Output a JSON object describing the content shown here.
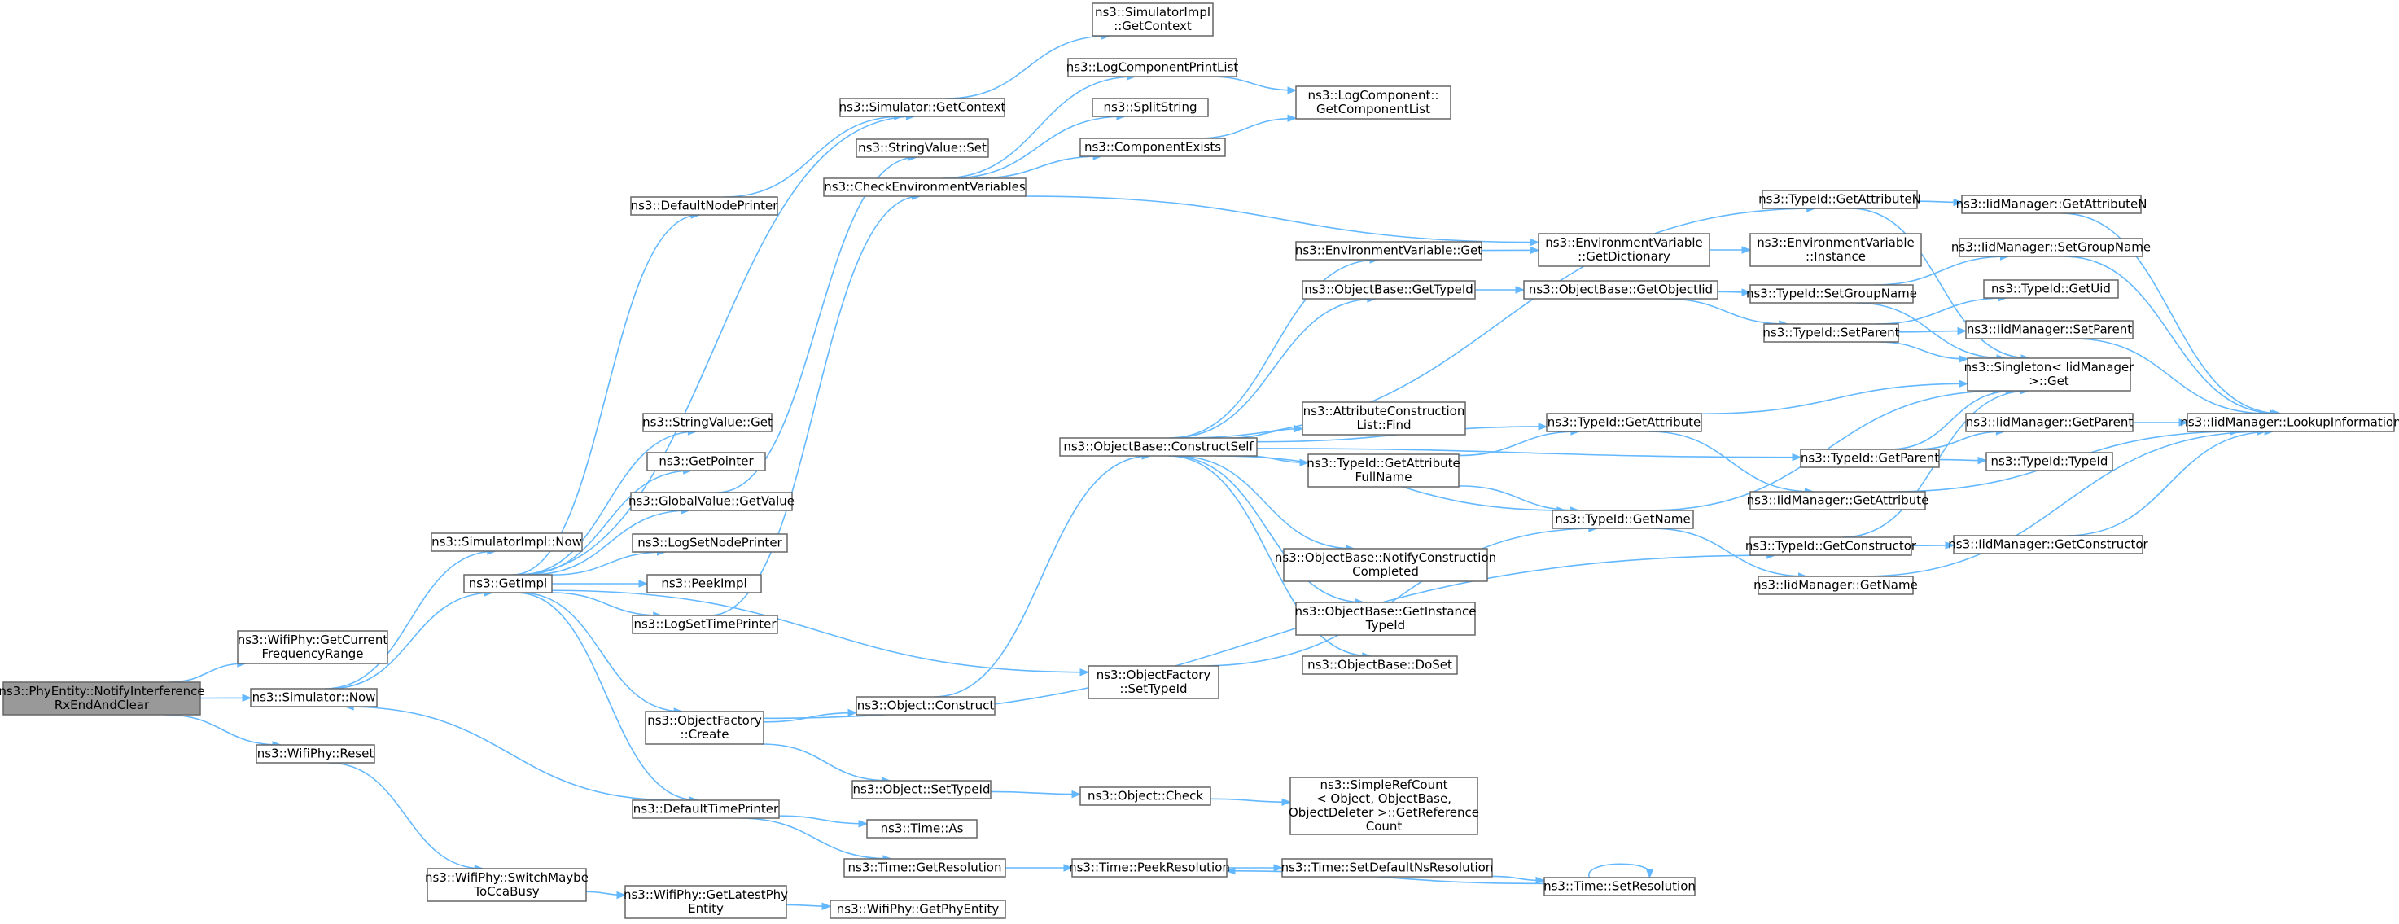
{
  "diagram": {
    "type": "call-graph",
    "colors": {
      "edge": "#63b8ff",
      "node_border": "#666666",
      "root_fill": "#999999",
      "node_fill": "#ffffff"
    },
    "nodes": [
      {
        "id": "root",
        "lines": [
          "ns3::PhyEntity::NotifyInterference",
          "RxEndAndClear"
        ],
        "root": true
      },
      {
        "id": "getCurFreq",
        "lines": [
          "ns3::WifiPhy::GetCurrent",
          "FrequencyRange"
        ]
      },
      {
        "id": "simNow",
        "lines": [
          "ns3::Simulator::Now"
        ]
      },
      {
        "id": "wifiReset",
        "lines": [
          "ns3::WifiPhy::Reset"
        ]
      },
      {
        "id": "simImplNow",
        "lines": [
          "ns3::SimulatorImpl::Now"
        ]
      },
      {
        "id": "getImpl",
        "lines": [
          "ns3::GetImpl"
        ]
      },
      {
        "id": "switchMaybe",
        "lines": [
          "ns3::WifiPhy::SwitchMaybe",
          "ToCcaBusy"
        ]
      },
      {
        "id": "defaultNodePrinter",
        "lines": [
          "ns3::DefaultNodePrinter"
        ]
      },
      {
        "id": "stringValueGet",
        "lines": [
          "ns3::StringValue::Get"
        ]
      },
      {
        "id": "getPointer",
        "lines": [
          "ns3::GetPointer"
        ]
      },
      {
        "id": "globalValueGetValue",
        "lines": [
          "ns3::GlobalValue::GetValue"
        ]
      },
      {
        "id": "logSetNodePrinter",
        "lines": [
          "ns3::LogSetNodePrinter"
        ]
      },
      {
        "id": "peekImpl",
        "lines": [
          "ns3::PeekImpl"
        ]
      },
      {
        "id": "logSetTimePrinter",
        "lines": [
          "ns3::LogSetTimePrinter"
        ]
      },
      {
        "id": "objectFactoryCreate",
        "lines": [
          "ns3::ObjectFactory",
          "::Create"
        ]
      },
      {
        "id": "defaultTimePrinter",
        "lines": [
          "ns3::DefaultTimePrinter"
        ]
      },
      {
        "id": "getLatestPhyEntity",
        "lines": [
          "ns3::WifiPhy::GetLatestPhy",
          "Entity"
        ]
      },
      {
        "id": "simGetContext",
        "lines": [
          "ns3::Simulator::GetContext"
        ]
      },
      {
        "id": "stringValueSet",
        "lines": [
          "ns3::StringValue::Set"
        ]
      },
      {
        "id": "checkEnvVars",
        "lines": [
          "ns3::CheckEnvironmentVariables"
        ]
      },
      {
        "id": "objectConstruct",
        "lines": [
          "ns3::Object::Construct"
        ]
      },
      {
        "id": "objectSetTypeId",
        "lines": [
          "ns3::Object::SetTypeId"
        ]
      },
      {
        "id": "timeAs",
        "lines": [
          "ns3::Time::As"
        ]
      },
      {
        "id": "timeGetResolution",
        "lines": [
          "ns3::Time::GetResolution"
        ]
      },
      {
        "id": "getPhyEntity",
        "lines": [
          "ns3::WifiPhy::GetPhyEntity"
        ]
      },
      {
        "id": "simImplGetContext",
        "lines": [
          "ns3::SimulatorImpl",
          "::GetContext"
        ]
      },
      {
        "id": "logComponentPrintList",
        "lines": [
          "ns3::LogComponentPrintList"
        ]
      },
      {
        "id": "splitString",
        "lines": [
          "ns3::SplitString"
        ]
      },
      {
        "id": "componentExists",
        "lines": [
          "ns3::ComponentExists"
        ]
      },
      {
        "id": "objectBaseConstructSelf",
        "lines": [
          "ns3::ObjectBase::ConstructSelf"
        ]
      },
      {
        "id": "objectFactorySetTypeId",
        "lines": [
          "ns3::ObjectFactory",
          "::SetTypeId"
        ]
      },
      {
        "id": "objectCheck",
        "lines": [
          "ns3::Object::Check"
        ]
      },
      {
        "id": "timePeekResolution",
        "lines": [
          "ns3::Time::PeekResolution"
        ]
      },
      {
        "id": "logComponentGetList",
        "lines": [
          "ns3::LogComponent::",
          "GetComponentList"
        ]
      },
      {
        "id": "envVarGet",
        "lines": [
          "ns3::EnvironmentVariable::Get"
        ]
      },
      {
        "id": "objectBaseGetTypeId",
        "lines": [
          "ns3::ObjectBase::GetTypeId"
        ]
      },
      {
        "id": "attrConstructionListFind",
        "lines": [
          "ns3::AttributeConstruction",
          "List::Find"
        ]
      },
      {
        "id": "typeIdGetAttributeFullName",
        "lines": [
          "ns3::TypeId::GetAttribute",
          "FullName"
        ]
      },
      {
        "id": "objectBaseNotifyConstructionCompleted",
        "lines": [
          "ns3::ObjectBase::NotifyConstruction",
          "Completed"
        ]
      },
      {
        "id": "objectBaseGetInstanceTypeId",
        "lines": [
          "ns3::ObjectBase::GetInstance",
          "TypeId"
        ]
      },
      {
        "id": "objectBaseDoSet",
        "lines": [
          "ns3::ObjectBase::DoSet"
        ]
      },
      {
        "id": "simpleRefCountGetReferenceCount",
        "lines": [
          "ns3::SimpleRefCount",
          "< Object, ObjectBase,",
          "ObjectDeleter >::GetReference",
          "Count"
        ]
      },
      {
        "id": "timeSetDefaultNsResolution",
        "lines": [
          "ns3::Time::SetDefaultNsResolution"
        ]
      },
      {
        "id": "envVarGetDictionary",
        "lines": [
          "ns3::EnvironmentVariable",
          "::GetDictionary"
        ]
      },
      {
        "id": "objectBaseGetObjectIid",
        "lines": [
          "ns3::ObjectBase::GetObjectIid"
        ]
      },
      {
        "id": "typeIdGetAttribute",
        "lines": [
          "ns3::TypeId::GetAttribute"
        ]
      },
      {
        "id": "typeIdGetName",
        "lines": [
          "ns3::TypeId::GetName"
        ]
      },
      {
        "id": "timeSetResolution",
        "lines": [
          "ns3::Time::SetResolution"
        ]
      },
      {
        "id": "typeIdGetAttributeN",
        "lines": [
          "ns3::TypeId::GetAttributeN"
        ]
      },
      {
        "id": "envVarInstance",
        "lines": [
          "ns3::EnvironmentVariable",
          "::Instance"
        ]
      },
      {
        "id": "typeIdSetGroupName",
        "lines": [
          "ns3::TypeId::SetGroupName"
        ]
      },
      {
        "id": "typeIdSetParent",
        "lines": [
          "ns3::TypeId::SetParent"
        ]
      },
      {
        "id": "typeIdGetParent",
        "lines": [
          "ns3::TypeId::GetParent"
        ]
      },
      {
        "id": "iidManagerGetAttribute",
        "lines": [
          "ns3::IidManager::GetAttribute"
        ]
      },
      {
        "id": "typeIdGetConstructor",
        "lines": [
          "ns3::TypeId::GetConstructor"
        ]
      },
      {
        "id": "iidManagerGetName",
        "lines": [
          "ns3::IidManager::GetName"
        ]
      },
      {
        "id": "iidManagerGetAttributeN",
        "lines": [
          "ns3::IidManager::GetAttributeN"
        ]
      },
      {
        "id": "iidManagerSetGroupName",
        "lines": [
          "ns3::IidManager::SetGroupName"
        ]
      },
      {
        "id": "typeIdGetUid",
        "lines": [
          "ns3::TypeId::GetUid"
        ]
      },
      {
        "id": "iidManagerSetParent",
        "lines": [
          "ns3::IidManager::SetParent"
        ]
      },
      {
        "id": "singletonGet",
        "lines": [
          "ns3::Singleton< IidManager",
          ">::Get"
        ]
      },
      {
        "id": "iidManagerGetParent",
        "lines": [
          "ns3::IidManager::GetParent"
        ]
      },
      {
        "id": "typeIdTypeId",
        "lines": [
          "ns3::TypeId::TypeId"
        ]
      },
      {
        "id": "iidManagerGetConstructor",
        "lines": [
          "ns3::IidManager::GetConstructor"
        ]
      },
      {
        "id": "iidManagerLookupInformation",
        "lines": [
          "ns3::IidManager::LookupInformation"
        ]
      }
    ],
    "edges": [
      [
        "root",
        "getCurFreq"
      ],
      [
        "root",
        "simNow"
      ],
      [
        "root",
        "wifiReset"
      ],
      [
        "simNow",
        "simImplNow"
      ],
      [
        "simNow",
        "getImpl"
      ],
      [
        "wifiReset",
        "switchMaybe"
      ],
      [
        "getImpl",
        "defaultNodePrinter"
      ],
      [
        "getImpl",
        "stringValueGet"
      ],
      [
        "getImpl",
        "getPointer"
      ],
      [
        "getImpl",
        "globalValueGetValue"
      ],
      [
        "getImpl",
        "logSetNodePrinter"
      ],
      [
        "getImpl",
        "peekImpl"
      ],
      [
        "getImpl",
        "logSetTimePrinter"
      ],
      [
        "getImpl",
        "objectFactoryCreate"
      ],
      [
        "getImpl",
        "defaultTimePrinter"
      ],
      [
        "getImpl",
        "simGetContext"
      ],
      [
        "getImpl",
        "objectFactorySetTypeId"
      ],
      [
        "defaultNodePrinter",
        "simGetContext"
      ],
      [
        "globalValueGetValue",
        "stringValueSet"
      ],
      [
        "logSetTimePrinter",
        "checkEnvVars"
      ],
      [
        "defaultTimePrinter",
        "simNow"
      ],
      [
        "defaultTimePrinter",
        "timeAs"
      ],
      [
        "defaultTimePrinter",
        "timeGetResolution"
      ],
      [
        "switchMaybe",
        "getLatestPhyEntity"
      ],
      [
        "getLatestPhyEntity",
        "getPhyEntity"
      ],
      [
        "objectFactoryCreate",
        "objectConstruct"
      ],
      [
        "objectFactoryCreate",
        "objectSetTypeId"
      ],
      [
        "objectFactoryCreate",
        "typeIdGetConstructor"
      ],
      [
        "simGetContext",
        "simImplGetContext"
      ],
      [
        "checkEnvVars",
        "logComponentPrintList"
      ],
      [
        "checkEnvVars",
        "splitString"
      ],
      [
        "checkEnvVars",
        "componentExists"
      ],
      [
        "checkEnvVars",
        "envVarGetDictionary"
      ],
      [
        "logComponentPrintList",
        "logComponentGetList"
      ],
      [
        "componentExists",
        "logComponentGetList"
      ],
      [
        "objectConstruct",
        "objectBaseConstructSelf"
      ],
      [
        "objectSetTypeId",
        "objectCheck"
      ],
      [
        "objectCheck",
        "simpleRefCountGetReferenceCount"
      ],
      [
        "timeGetResolution",
        "timePeekResolution"
      ],
      [
        "timePeekResolution",
        "timeSetDefaultNsResolution"
      ],
      [
        "timeSetDefaultNsResolution",
        "timeSetResolution"
      ],
      [
        "timeSetResolution",
        "timePeekResolution"
      ],
      [
        "timeSetResolution",
        "timeSetResolution"
      ],
      [
        "objectFactorySetTypeId",
        "typeIdGetName"
      ],
      [
        "objectBaseConstructSelf",
        "envVarGet"
      ],
      [
        "objectBaseConstructSelf",
        "objectBaseGetTypeId"
      ],
      [
        "objectBaseConstructSelf",
        "attrConstructionListFind"
      ],
      [
        "objectBaseConstructSelf",
        "typeIdGetAttributeFullName"
      ],
      [
        "objectBaseConstructSelf",
        "objectBaseNotifyConstructionCompleted"
      ],
      [
        "objectBaseConstructSelf",
        "objectBaseGetInstanceTypeId"
      ],
      [
        "objectBaseConstructSelf",
        "objectBaseDoSet"
      ],
      [
        "objectBaseConstructSelf",
        "typeIdGetAttribute"
      ],
      [
        "objectBaseConstructSelf",
        "typeIdGetName"
      ],
      [
        "objectBaseConstructSelf",
        "typeIdGetAttributeN"
      ],
      [
        "objectBaseConstructSelf",
        "typeIdGetParent"
      ],
      [
        "envVarGet",
        "envVarGetDictionary"
      ],
      [
        "envVarGetDictionary",
        "envVarInstance"
      ],
      [
        "objectBaseGetTypeId",
        "objectBaseGetObjectIid"
      ],
      [
        "objectBaseGetObjectIid",
        "typeIdSetGroupName"
      ],
      [
        "objectBaseGetObjectIid",
        "typeIdSetParent"
      ],
      [
        "typeIdGetAttributeFullName",
        "typeIdGetAttribute"
      ],
      [
        "typeIdGetAttributeFullName",
        "typeIdGetName"
      ],
      [
        "typeIdGetAttribute",
        "singletonGet"
      ],
      [
        "typeIdGetAttribute",
        "iidManagerGetAttribute"
      ],
      [
        "typeIdGetName",
        "singletonGet"
      ],
      [
        "typeIdGetName",
        "iidManagerGetName"
      ],
      [
        "typeIdGetAttributeN",
        "iidManagerGetAttributeN"
      ],
      [
        "typeIdGetAttributeN",
        "singletonGet"
      ],
      [
        "typeIdSetGroupName",
        "iidManagerSetGroupName"
      ],
      [
        "typeIdSetGroupName",
        "singletonGet"
      ],
      [
        "typeIdSetParent",
        "typeIdGetUid"
      ],
      [
        "typeIdSetParent",
        "iidManagerSetParent"
      ],
      [
        "typeIdSetParent",
        "singletonGet"
      ],
      [
        "typeIdGetParent",
        "singletonGet"
      ],
      [
        "typeIdGetParent",
        "iidManagerGetParent"
      ],
      [
        "typeIdGetParent",
        "typeIdTypeId"
      ],
      [
        "typeIdGetConstructor",
        "singletonGet"
      ],
      [
        "typeIdGetConstructor",
        "iidManagerGetConstructor"
      ],
      [
        "iidManagerGetAttributeN",
        "iidManagerLookupInformation"
      ],
      [
        "iidManagerSetGroupName",
        "iidManagerLookupInformation"
      ],
      [
        "iidManagerSetParent",
        "iidManagerLookupInformation"
      ],
      [
        "iidManagerGetParent",
        "iidManagerLookupInformation"
      ],
      [
        "iidManagerGetAttribute",
        "iidManagerLookupInformation"
      ],
      [
        "iidManagerGetConstructor",
        "iidManagerLookupInformation"
      ],
      [
        "iidManagerGetName",
        "iidManagerLookupInformation"
      ]
    ]
  }
}
